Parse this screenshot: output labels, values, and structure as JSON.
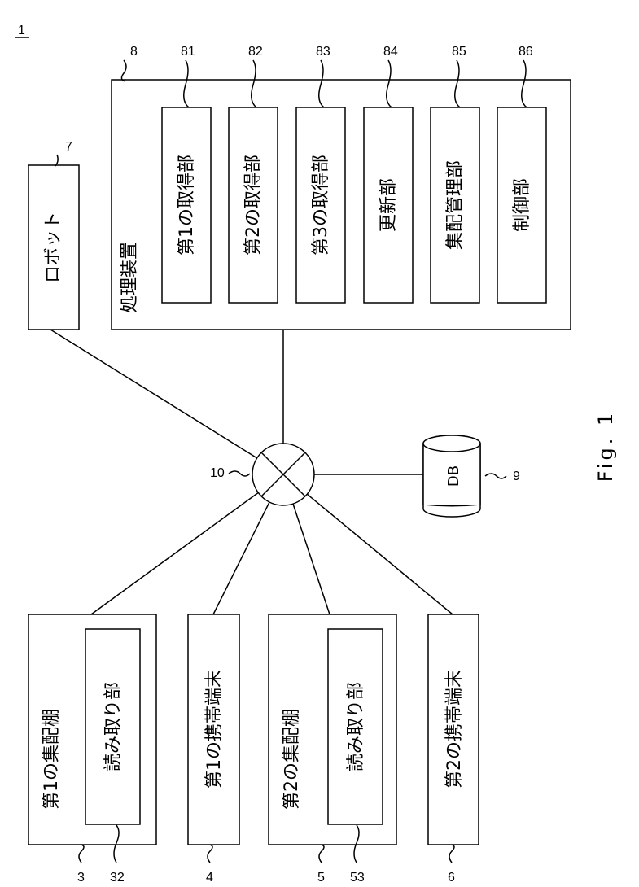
{
  "figure_label": "Fig. 1",
  "system_ref": "1",
  "robot": {
    "label": "ロボット",
    "ref": "7"
  },
  "processing_device": {
    "label": "処理装置",
    "ref": "8",
    "units": [
      {
        "label": "第1の取得部",
        "ref": "81"
      },
      {
        "label": "第2の取得部",
        "ref": "82"
      },
      {
        "label": "第3の取得部",
        "ref": "83"
      },
      {
        "label": "更新部",
        "ref": "84"
      },
      {
        "label": "集配管理部",
        "ref": "85"
      },
      {
        "label": "制御部",
        "ref": "86"
      }
    ]
  },
  "network": {
    "ref": "10"
  },
  "database": {
    "label": "DB",
    "ref": "9"
  },
  "shelf1": {
    "label": "第1の集配棚",
    "ref": "3",
    "reader": {
      "label": "読み取り部",
      "ref": "32"
    }
  },
  "terminal1": {
    "label": "第1の携帯端末",
    "ref": "4"
  },
  "shelf2": {
    "label": "第2の集配棚",
    "ref": "5",
    "reader": {
      "label": "読み取り部",
      "ref": "53"
    }
  },
  "terminal2": {
    "label": "第2の携帯端末",
    "ref": "6"
  }
}
